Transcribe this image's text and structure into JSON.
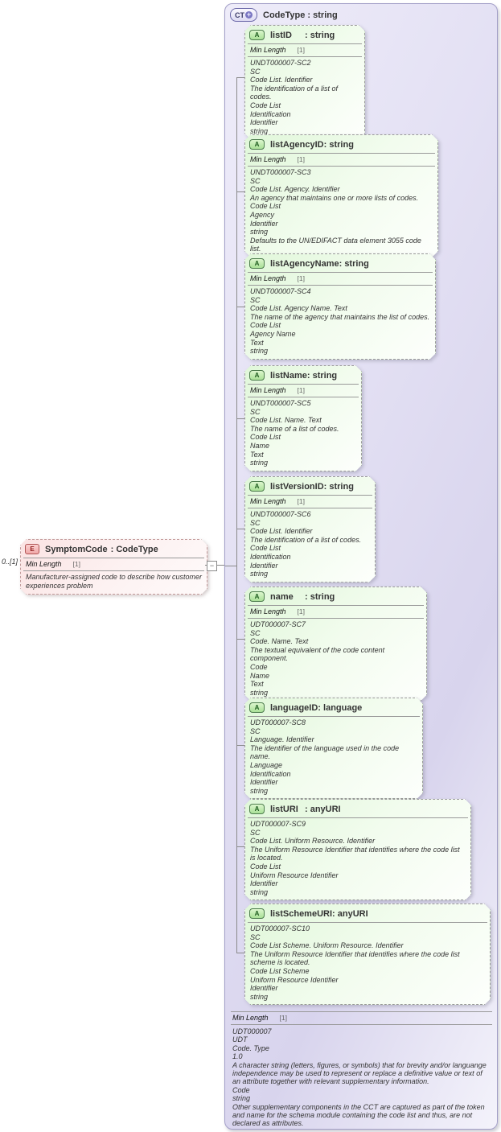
{
  "colors": {
    "complex_type_fill": "#dcd8ef",
    "attribute_fill": "#e3f8dd",
    "element_fill": "#fbe4e4",
    "connector": "#8a8a8a",
    "attribute_icon_green": "#a9e097",
    "element_icon_pink": "#f0a8a8"
  },
  "element": {
    "icon_letter": "E",
    "name": "SymptomCode",
    "type_label": ": CodeType",
    "cardinality": "0..[1]",
    "facet": {
      "label": "Min Length",
      "value": "[1]"
    },
    "annotation": "Manufacturer-assigned code to describe how customer experiences problem",
    "collapse_glyph": "−"
  },
  "complex_type": {
    "icon_label": "CT",
    "icon_plus_glyph": "+",
    "title": "CodeType : string",
    "attributes": [
      {
        "icon_letter": "A",
        "name": "listID",
        "type_label": ": string",
        "facet": {
          "label": "Min Length",
          "value": "[1]"
        },
        "lines": [
          "UNDT000007-SC2",
          "SC",
          "Code List. Identifier",
          "The identification of a list of codes.",
          "Code List",
          "Identification",
          "Identifier",
          "string"
        ]
      },
      {
        "icon_letter": "A",
        "name": "listAgencyID",
        "type_label": ": string",
        "facet": {
          "label": "Min Length",
          "value": "[1]"
        },
        "lines": [
          "UNDT000007-SC3",
          "SC",
          "Code List. Agency. Identifier",
          "An agency that maintains one or more lists of codes.",
          "Code List",
          "Agency",
          "Identifier",
          "string",
          "Defaults to the UN/EDIFACT data element 3055 code list."
        ]
      },
      {
        "icon_letter": "A",
        "name": "listAgencyName",
        "type_label": ": string",
        "facet": {
          "label": "Min Length",
          "value": "[1]"
        },
        "lines": [
          "UNDT000007-SC4",
          "SC",
          "Code List. Agency Name. Text",
          "The name of the agency that maintains the list of codes.",
          "Code List",
          "Agency Name",
          "Text",
          "string"
        ]
      },
      {
        "icon_letter": "A",
        "name": "listName",
        "type_label": ": string",
        "facet": {
          "label": "Min Length",
          "value": "[1]"
        },
        "lines": [
          "UNDT000007-SC5",
          "SC",
          "Code List. Name. Text",
          "The name of a list of codes.",
          "Code List",
          "Name",
          "Text",
          "string"
        ]
      },
      {
        "icon_letter": "A",
        "name": "listVersionID",
        "type_label": ": string",
        "facet": {
          "label": "Min Length",
          "value": "[1]"
        },
        "lines": [
          "UNDT000007-SC6",
          "SC",
          "Code List. Identifier",
          "The identification of a list of codes.",
          "Code List",
          "Identification",
          "Identifier",
          "string"
        ]
      },
      {
        "icon_letter": "A",
        "name": "name",
        "type_label": ": string",
        "facet": {
          "label": "Min Length",
          "value": "[1]"
        },
        "lines": [
          "UDT000007-SC7",
          "SC",
          "Code. Name. Text",
          "The textual equivalent of the code content component.",
          "Code",
          "Name",
          "Text",
          "string"
        ]
      },
      {
        "icon_letter": "A",
        "name": "languageID",
        "type_label": ": language",
        "lines": [
          "UDT000007-SC8",
          "SC",
          "Language. Identifier",
          "The identifier of the language used in the code name.",
          "Language",
          "Identification",
          "Identifier",
          "string"
        ]
      },
      {
        "icon_letter": "A",
        "name": "listURI",
        "type_label": ": anyURI",
        "lines": [
          "UDT000007-SC9",
          "SC",
          "Code List. Uniform Resource. Identifier",
          "The Uniform Resource Identifier that identifies where the code list is located.",
          "Code List",
          "Uniform Resource Identifier",
          "Identifier",
          "string"
        ]
      },
      {
        "icon_letter": "A",
        "name": "listSchemeURI",
        "type_label": ": anyURI",
        "lines": [
          "UDT000007-SC10",
          "SC",
          "Code List Scheme. Uniform Resource. Identifier",
          "The Uniform Resource Identifier that identifies where the code list scheme is located.",
          "Code List Scheme",
          "Uniform Resource Identifier",
          "Identifier",
          "string"
        ]
      }
    ],
    "footer": {
      "facet": {
        "label": "Min Length",
        "value": "[1]"
      },
      "lines": [
        "UDT000007",
        "UDT",
        "Code. Type",
        "1.0",
        "A character string (letters, figures, or symbols) that for brevity and/or languange independence may be used to represent or replace a definitive value or text of an attribute together with relevant supplementary information.",
        "Code",
        "string",
        "Other supplementary components in the CCT are captured as part of the token and name for the schema module containing the code list and thus, are not declared as attributes."
      ]
    }
  }
}
